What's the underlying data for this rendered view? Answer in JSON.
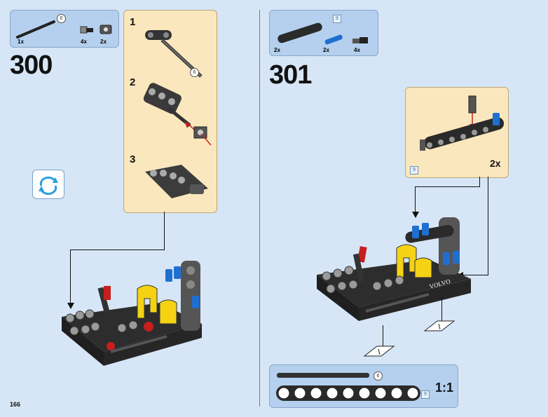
{
  "page_number": "166",
  "step300": {
    "number": "300",
    "parts": [
      {
        "qty": "1x",
        "ref": "6"
      },
      {
        "qty": "4x"
      },
      {
        "qty": "2x"
      }
    ],
    "substeps": [
      {
        "num": "1",
        "ref": "6"
      },
      {
        "num": "2"
      },
      {
        "num": "3"
      }
    ],
    "rotate_icon": "rotate-model-icon"
  },
  "step301": {
    "number": "301",
    "parts": [
      {
        "qty": "2x",
        "ref": "9"
      },
      {
        "qty": "2x"
      },
      {
        "qty": "4x"
      }
    ],
    "detail": {
      "ref": "9",
      "multiplier": "2x"
    },
    "model_label": "VOLVO"
  },
  "scale_box": {
    "axle_ref": "6",
    "beam_ref": "9",
    "scale": "1:1"
  },
  "colors": {
    "background": "#d6e6f7",
    "parts_box": "#b4d0ee",
    "substep_box": "#fbe7bd",
    "accent_blue": "#1f6fd0",
    "accent_yellow": "#f5d314",
    "accent_red": "#c81e1e"
  }
}
